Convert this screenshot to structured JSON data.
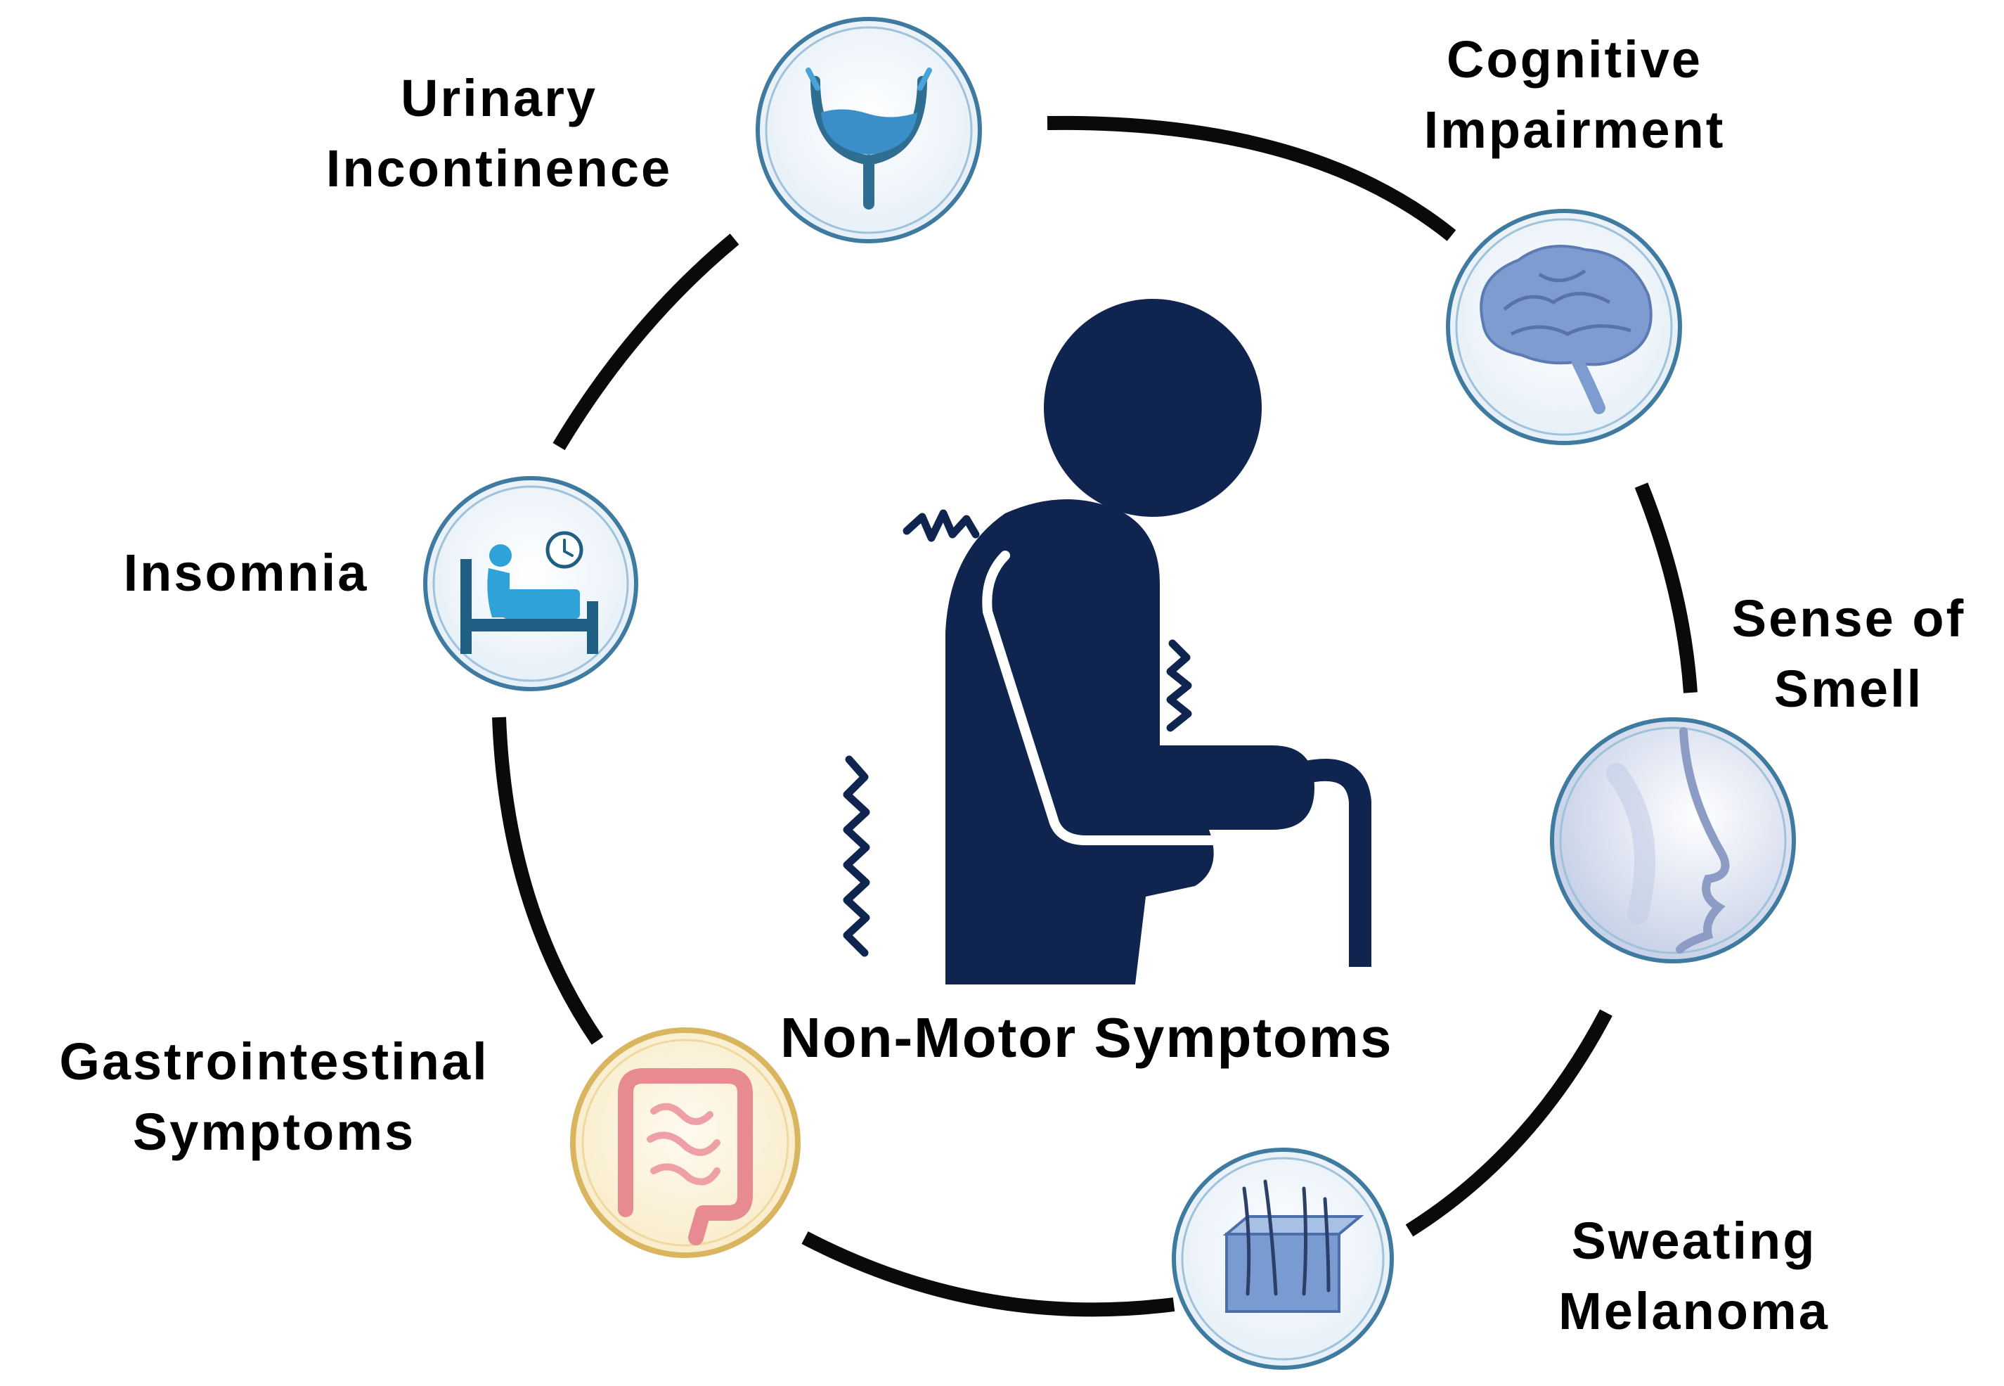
{
  "center_title": "Non-Motor Symptoms",
  "colors": {
    "ring": "#0a0a0a",
    "figure": "#0f2550",
    "icon_border_blue": "#3f7aa0",
    "icon_border_gold": "#d9b560",
    "icon_fill": "#f3f8fc",
    "icon_fill_gold": "#fbf2d8"
  },
  "symptoms": [
    {
      "id": "urinary",
      "lines": [
        "Urinary",
        "Incontinence"
      ],
      "icon": "bladder-icon"
    },
    {
      "id": "cognitive",
      "lines": [
        "Cognitive",
        "Impairment"
      ],
      "icon": "brain-icon"
    },
    {
      "id": "smell",
      "lines": [
        "Sense of",
        "Smell"
      ],
      "icon": "nose-icon"
    },
    {
      "id": "sweating",
      "lines": [
        "Sweating",
        "Melanoma"
      ],
      "icon": "skin-icon"
    },
    {
      "id": "gi",
      "lines": [
        "Gastrointestinal",
        "Symptoms"
      ],
      "icon": "intestine-icon"
    },
    {
      "id": "insomnia",
      "lines": [
        "Insomnia"
      ],
      "icon": "bed-clock-icon"
    }
  ]
}
